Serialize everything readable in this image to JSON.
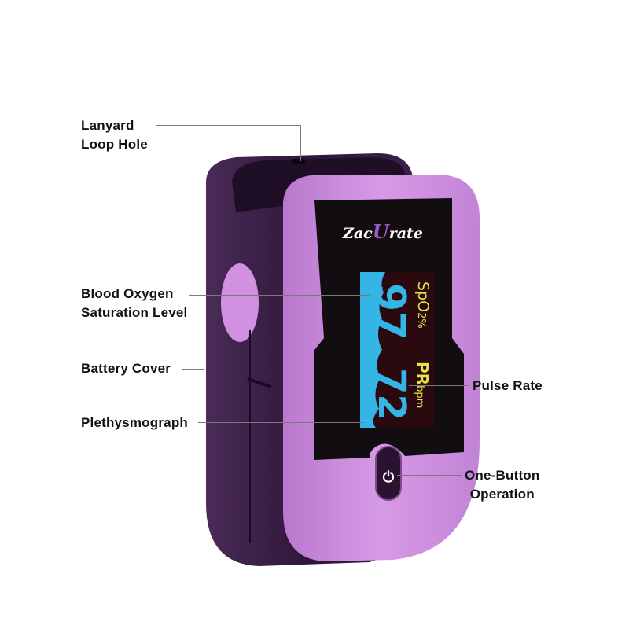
{
  "callouts": {
    "lanyard_loop_hole": [
      "Lanyard",
      "Loop Hole"
    ],
    "blood_oxygen_saturation_level": [
      "Blood Oxygen",
      "Saturation Level"
    ],
    "battery_cover": "Battery Cover",
    "plethysmograph": "Plethysmograph",
    "pulse_rate": "Pulse Rate",
    "one_button_operation": [
      "One-Button",
      "Operation"
    ]
  },
  "device": {
    "brand": {
      "prefix": "Zac",
      "accent_letter": "U",
      "suffix": "rate"
    },
    "display": {
      "spo2_label": "SpO",
      "spo2_sub": "2%",
      "spo2_value": "97",
      "pr_label": "PR",
      "pr_unit": "bpm",
      "pr_value": "72"
    },
    "power_icon": "power-icon",
    "colors": {
      "body_light": "#c88ad8",
      "body_dark": "#3a1f45",
      "screen": "#120d10",
      "reading_blue": "#35b4e6",
      "label_yellow": "#e6e24a",
      "brand_accent": "#9a5bc2"
    }
  }
}
